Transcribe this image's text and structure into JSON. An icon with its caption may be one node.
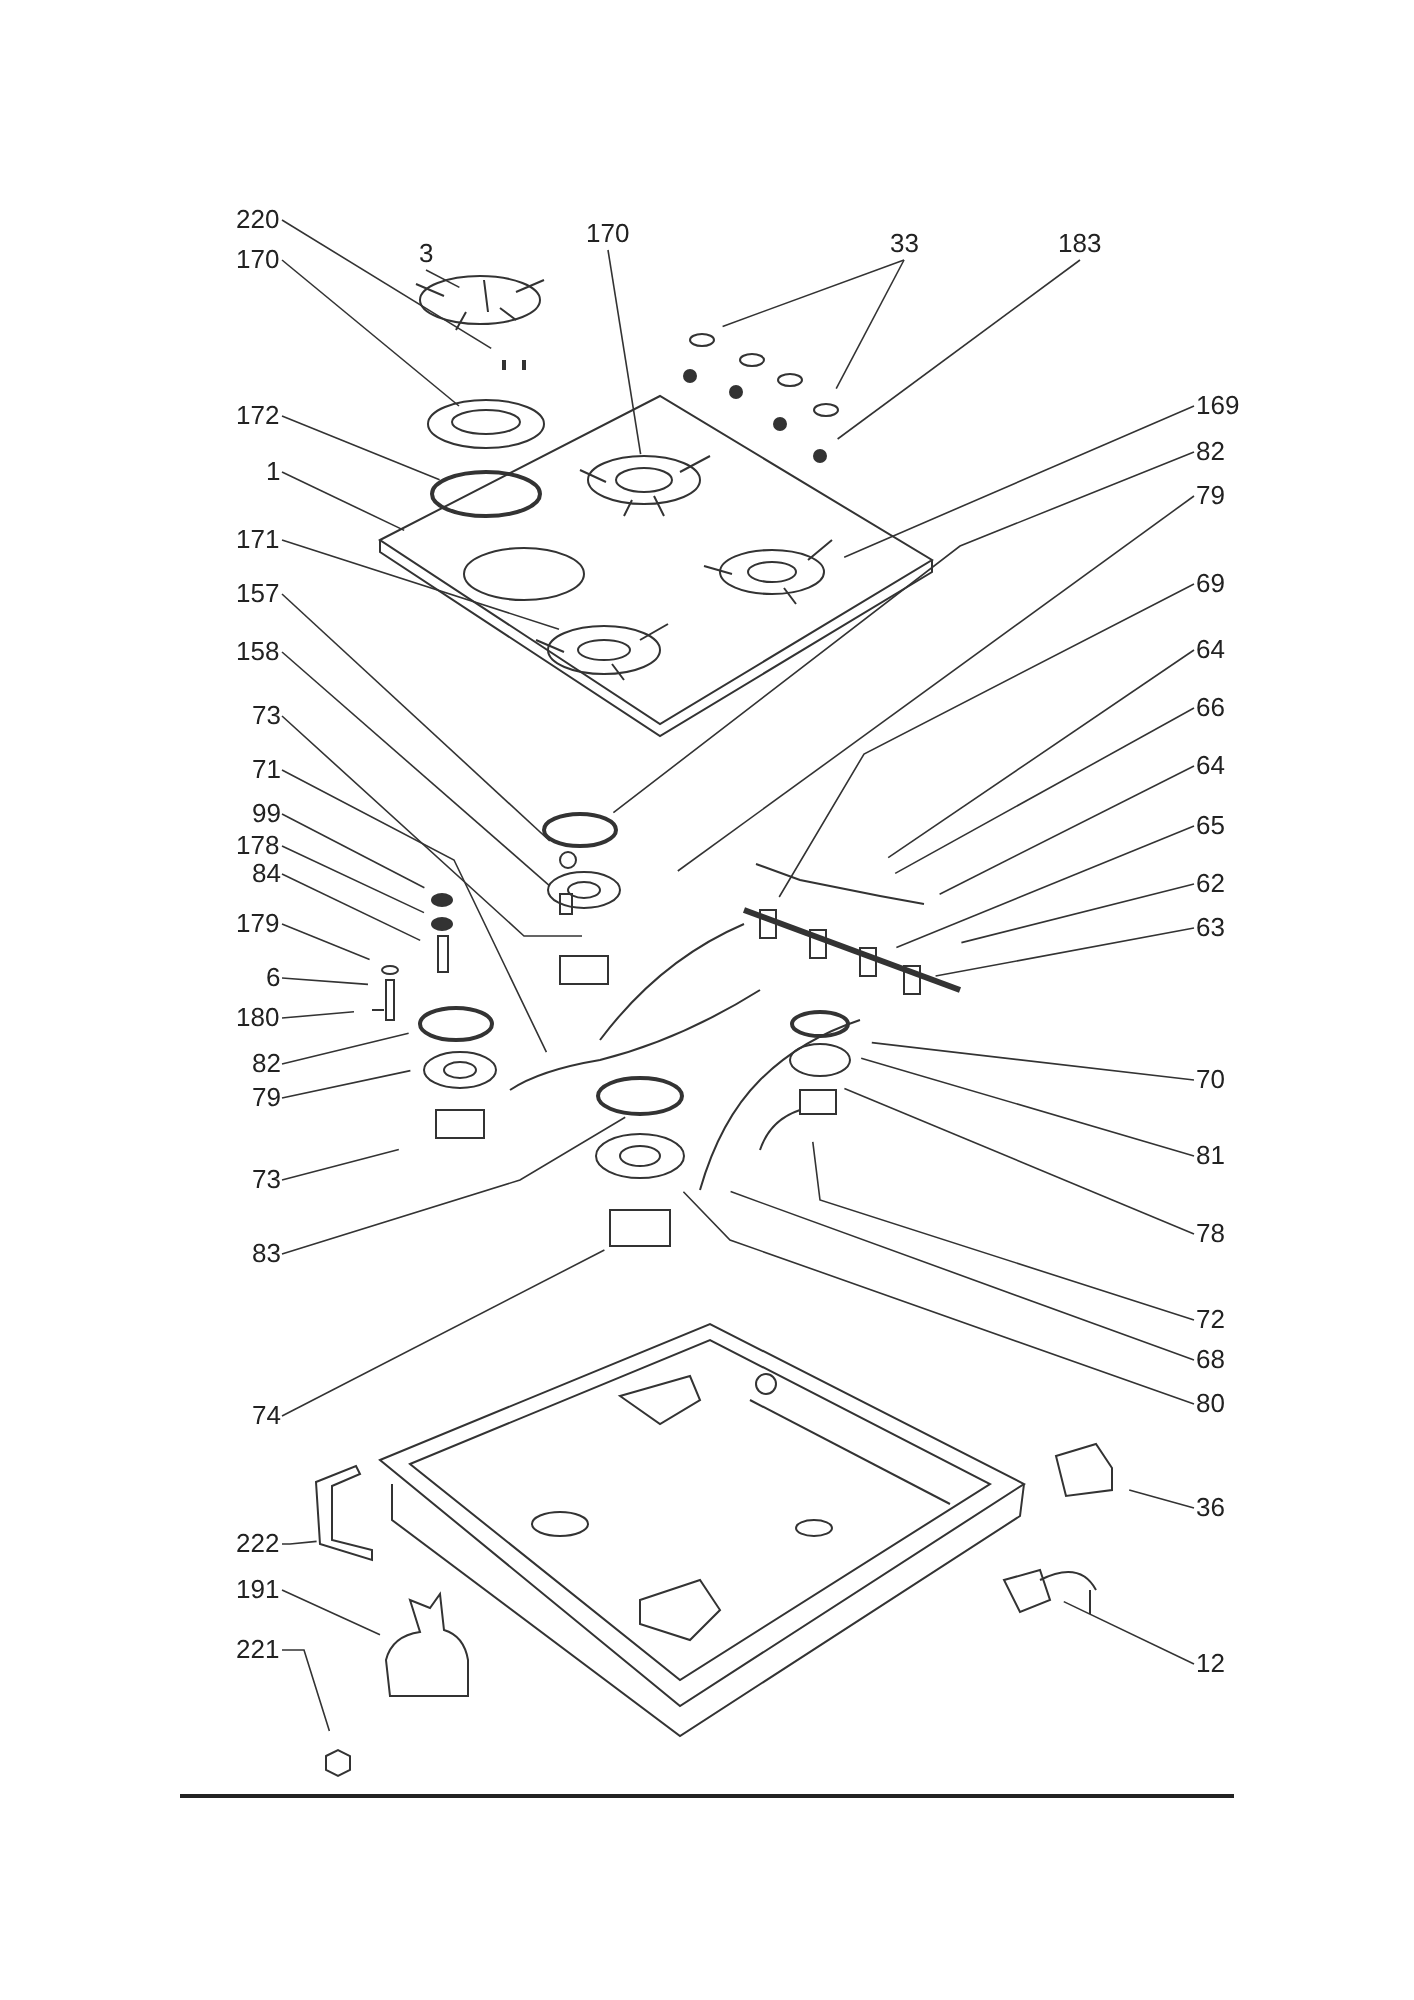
{
  "diagram": {
    "nodes": [
      {
        "text": [
          "220"
        ]
      },
      {
        "text": [
          "3"
        ]
      },
      {
        "text": [
          "170"
        ]
      },
      {
        "text": [
          "33"
        ]
      },
      {
        "text": [
          "183"
        ]
      },
      {
        "text": [
          "170"
        ]
      },
      {
        "text": [
          "172"
        ]
      },
      {
        "text": [
          "169"
        ]
      },
      {
        "text": [
          "82"
        ]
      },
      {
        "text": [
          "1"
        ]
      },
      {
        "text": [
          "79"
        ]
      },
      {
        "text": [
          "171"
        ]
      },
      {
        "text": [
          "69"
        ]
      },
      {
        "text": [
          "157"
        ]
      },
      {
        "text": [
          "64"
        ]
      },
      {
        "text": [
          "158"
        ]
      },
      {
        "text": [
          "66"
        ]
      },
      {
        "text": [
          "73"
        ]
      },
      {
        "text": [
          "64"
        ]
      },
      {
        "text": [
          "71"
        ]
      },
      {
        "text": [
          "99"
        ]
      },
      {
        "text": [
          "65"
        ]
      },
      {
        "text": [
          "178"
        ]
      },
      {
        "text": [
          "84"
        ]
      },
      {
        "text": [
          "62"
        ]
      },
      {
        "text": [
          "179"
        ]
      },
      {
        "text": [
          "63"
        ]
      },
      {
        "text": [
          "6"
        ]
      },
      {
        "text": [
          "180"
        ]
      },
      {
        "text": [
          "82"
        ]
      },
      {
        "text": [
          "70"
        ]
      },
      {
        "text": [
          "79"
        ]
      },
      {
        "text": [
          "81"
        ]
      },
      {
        "text": [
          "73"
        ]
      },
      {
        "text": [
          "78"
        ]
      },
      {
        "text": [
          "83"
        ]
      },
      {
        "text": [
          "72"
        ]
      },
      {
        "text": [
          "68"
        ]
      },
      {
        "text": [
          "80"
        ]
      },
      {
        "text": [
          "74"
        ]
      },
      {
        "text": [
          "36"
        ]
      },
      {
        "text": [
          "222"
        ]
      },
      {
        "text": [
          "191"
        ]
      },
      {
        "text": [
          "12"
        ]
      },
      {
        "text": [
          "221"
        ]
      }
    ],
    "edges": [
      {
        "from": 0,
        "to": null,
        "arrow": "none"
      },
      {
        "from": 1,
        "to": null,
        "arrow": "none"
      },
      {
        "from": 2,
        "to": null,
        "arrow": "none"
      },
      {
        "from": 3,
        "to": null,
        "arrow": "none"
      },
      {
        "from": 3,
        "to": null,
        "arrow": "none"
      },
      {
        "from": 4,
        "to": null,
        "arrow": "none"
      },
      {
        "from": 5,
        "to": null,
        "arrow": "none"
      },
      {
        "from": 6,
        "to": null,
        "arrow": "none"
      },
      {
        "from": 7,
        "to": null,
        "arrow": "none"
      },
      {
        "from": 8,
        "to": null,
        "arrow": "none"
      },
      {
        "from": 9,
        "to": null,
        "arrow": "none"
      },
      {
        "from": 10,
        "to": null,
        "arrow": "none"
      },
      {
        "from": 11,
        "to": null,
        "arrow": "none"
      },
      {
        "from": 12,
        "to": null,
        "arrow": "none"
      },
      {
        "from": 13,
        "to": null,
        "arrow": "none"
      },
      {
        "from": 14,
        "to": null,
        "arrow": "none"
      },
      {
        "from": 15,
        "to": null,
        "arrow": "none"
      },
      {
        "from": 16,
        "to": null,
        "arrow": "none"
      },
      {
        "from": 17,
        "to": null,
        "arrow": "none"
      },
      {
        "from": 18,
        "to": null,
        "arrow": "none"
      },
      {
        "from": 19,
        "to": null,
        "arrow": "none"
      },
      {
        "from": 20,
        "to": null,
        "arrow": "none"
      },
      {
        "from": 21,
        "to": null,
        "arrow": "none"
      },
      {
        "from": 22,
        "to": null,
        "arrow": "none"
      },
      {
        "from": 23,
        "to": null,
        "arrow": "none"
      },
      {
        "from": 24,
        "to": null,
        "arrow": "none"
      },
      {
        "from": 25,
        "to": null,
        "arrow": "none"
      },
      {
        "from": 26,
        "to": null,
        "arrow": "none"
      },
      {
        "from": 27,
        "to": null,
        "arrow": "none"
      },
      {
        "from": 28,
        "to": null,
        "arrow": "none"
      },
      {
        "from": 29,
        "to": null,
        "arrow": "none"
      },
      {
        "from": 30,
        "to": null,
        "arrow": "none"
      },
      {
        "from": 31,
        "to": null,
        "arrow": "none"
      },
      {
        "from": 32,
        "to": null,
        "arrow": "none"
      },
      {
        "from": 33,
        "to": null,
        "arrow": "none"
      },
      {
        "from": 34,
        "to": null,
        "arrow": "none"
      },
      {
        "from": 35,
        "to": null,
        "arrow": "none"
      },
      {
        "from": 36,
        "to": null,
        "arrow": "none"
      },
      {
        "from": 37,
        "to": null,
        "arrow": "none"
      },
      {
        "from": 38,
        "to": null,
        "arrow": "none"
      },
      {
        "from": 39,
        "to": null,
        "arrow": "none"
      },
      {
        "from": 40,
        "to": null,
        "arrow": "none"
      },
      {
        "from": 41,
        "to": null,
        "arrow": "none"
      },
      {
        "from": 42,
        "to": null,
        "arrow": "none"
      },
      {
        "from": 43,
        "to": null,
        "arrow": "none"
      },
      {
        "from": 44,
        "to": null,
        "arrow": "none"
      }
    ]
  }
}
